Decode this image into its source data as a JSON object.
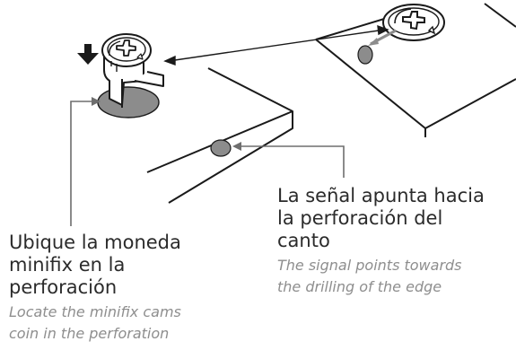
{
  "left_caption": {
    "es_lines": [
      "Ubique la moneda",
      "minifix en la",
      "perforación"
    ],
    "en_lines": [
      "Locate the minifix cams",
      "coin in the perforation"
    ]
  },
  "right_caption": {
    "es_lines": [
      "La señal apunta hacia",
      "la perforación del",
      "canto"
    ],
    "en_lines": [
      "The signal points towards",
      "the drilling of the edge"
    ]
  },
  "colors": {
    "line": "#1a1a1a",
    "hole_fill": "#8c8c8c",
    "leader": "#6e6e6e",
    "es_text": "#2b2b2b",
    "en_text": "#8e8e8e"
  },
  "icons": [
    "down-arrow-icon",
    "rotation-arrow-icon",
    "cross-slot-icon"
  ]
}
